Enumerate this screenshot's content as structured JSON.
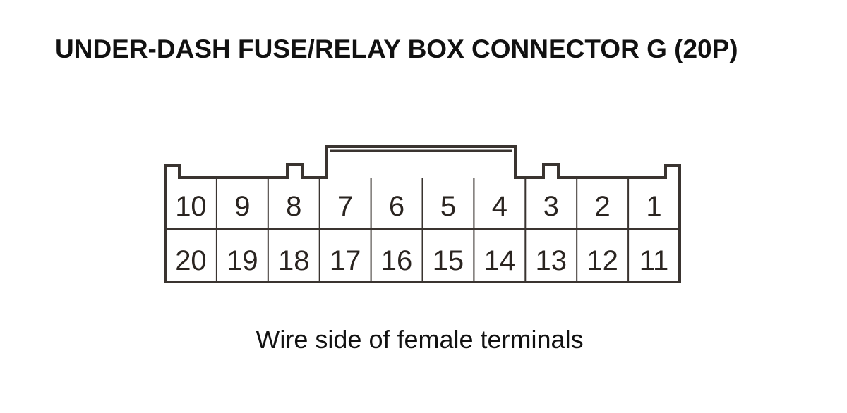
{
  "title": "UNDER-DASH FUSE/RELAY BOX CONNECTOR G (20P)",
  "caption": "Wire side of female terminals",
  "colors": {
    "outline": "#3a3430",
    "text": "#111111",
    "pin_text": "#2a2420"
  },
  "connector": {
    "top_row": [
      "10",
      "9",
      "8",
      "7",
      "6",
      "5",
      "4",
      "3",
      "2",
      "1"
    ],
    "bottom_row": [
      "20",
      "19",
      "18",
      "17",
      "16",
      "15",
      "14",
      "13",
      "12",
      "11"
    ]
  }
}
